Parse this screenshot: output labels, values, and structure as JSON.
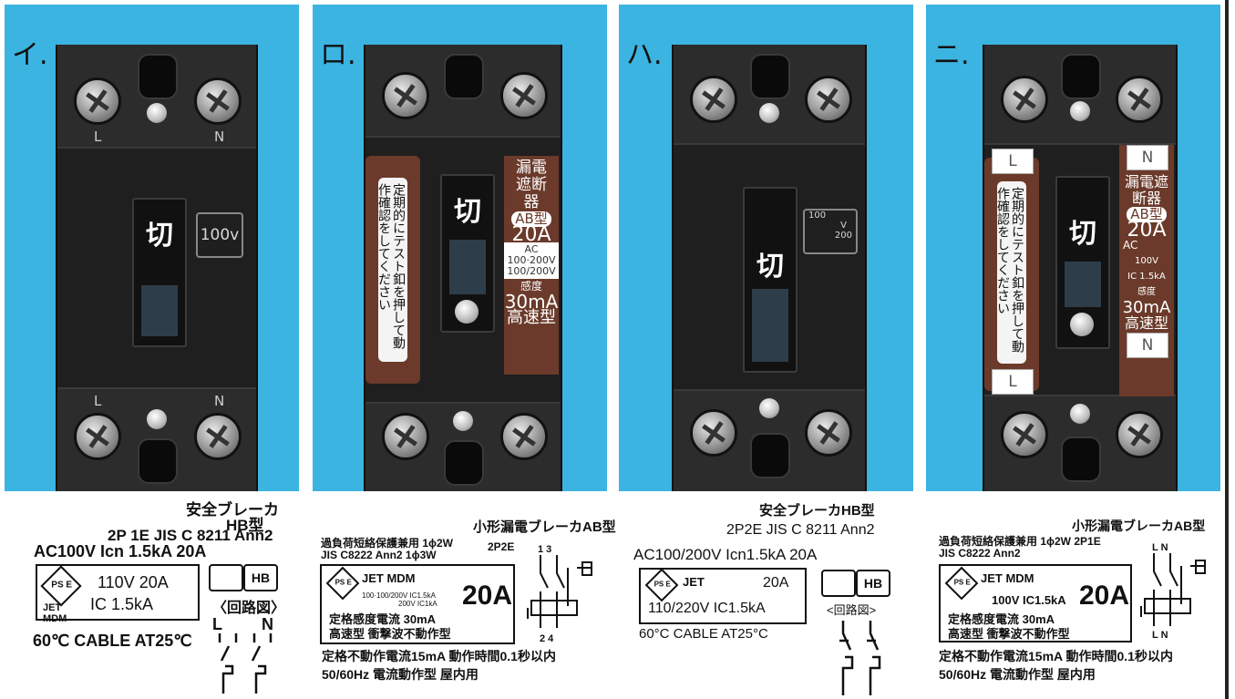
{
  "panels": [
    {
      "letter": "イ.",
      "term_top": [
        "L",
        "N"
      ],
      "term_bottom": [
        "L",
        "N"
      ],
      "handle_text": "切",
      "voltage_badge": "100v",
      "label": {
        "name": "安全ブレーカ",
        "type": "HB型",
        "spec": "2P 1E  JIS C 8211  Ann2",
        "rating": "AC100V   Icn 1.5kA   20A",
        "box_line1": "110V   20A",
        "box_line2": "IC 1.5kA",
        "jet": "JET",
        "mdm": "MDM",
        "cable": "60℃  CABLE   AT25℃",
        "circuit_title": "〈回路図〉",
        "circuit_L": "L",
        "circuit_N": "N",
        "hb_logo": "HB",
        "pse": "PS E"
      }
    },
    {
      "letter": "ロ.",
      "handle_text": "切",
      "warning": "定期的にテスト釦を押して動作確認をしてください",
      "strip": {
        "title": "漏電遮断器",
        "type": "AB型",
        "amp": "20A",
        "ac": "AC",
        "volt1": "100·200V",
        "volt2": "100/200V",
        "sens_label": "感度",
        "sens": "30mA",
        "speed": "高速型"
      },
      "label": {
        "name": "小形漏電ブレーカAB型",
        "line1": "過負荷短絡保護兼用   1ϕ2W",
        "line2": "JIS C8222  Ann2      1ϕ3W",
        "pole": "2P2E",
        "jet": "JET  MDM",
        "small1": "100·100/200V IC1.5kA",
        "small2": "200V IC1kA",
        "amp": "20A",
        "sens": "定格感度電流 30mA",
        "speed": "高速型 衝撃波不動作型",
        "nonop": "定格不動作電流15mA  動作時間0.1秒以内",
        "freq": "50/60Hz   電流動作型  屋内用",
        "circ_top": "1  3",
        "circ_bottom": "2  4",
        "pse": "PS E"
      }
    },
    {
      "letter": "ハ.",
      "handle_text": "切",
      "voltage_badge_top": "100",
      "voltage_badge_mid": "V",
      "voltage_badge_bottom": "200",
      "label": {
        "name": "安全ブレーカHB型",
        "spec": "2P2E   JIS C 8211 Ann2",
        "rating": "AC100/200V    Icn1.5kA     20A",
        "jet": "JET",
        "amp": "20A",
        "box_line2": "110/220V   IC1.5kA",
        "cable": "60°C  CABLE      AT25°C",
        "circuit_title": "<回路図>",
        "hb_logo": "HB",
        "pse": "PS E"
      }
    },
    {
      "letter": "ニ.",
      "handle_text": "切",
      "ln_left_top": "L",
      "ln_left_bottom": "L",
      "ln_right_top": "N",
      "ln_right_bottom": "N",
      "warning": "定期的にテスト釦を押して動作確認をしてください",
      "strip": {
        "title": "漏電遮断器",
        "type": "AB型",
        "amp": "20A",
        "ac": "AC",
        "volt": "100V",
        "ic": "IC 1.5kA",
        "sens_label": "感度",
        "sens": "30mA",
        "speed": "高速型"
      },
      "label": {
        "name": "小形漏電ブレーカAB型",
        "line1": "過負荷短絡保護兼用   1ϕ2W 2P1E",
        "line2": "JIS C8222  Ann2",
        "jet": "JET  MDM",
        "rating": "100V IC1.5kA",
        "amp": "20A",
        "sens": "定格感度電流 30mA",
        "speed": "高速型 衝撃波不動作型",
        "nonop": "定格不動作電流15mA  動作時間0.1秒以内",
        "freq": "50/60Hz   電流動作型  屋内用",
        "circ_LN": "L  N",
        "circ_LN_bottom": "L  N",
        "pse": "PS E"
      }
    }
  ]
}
